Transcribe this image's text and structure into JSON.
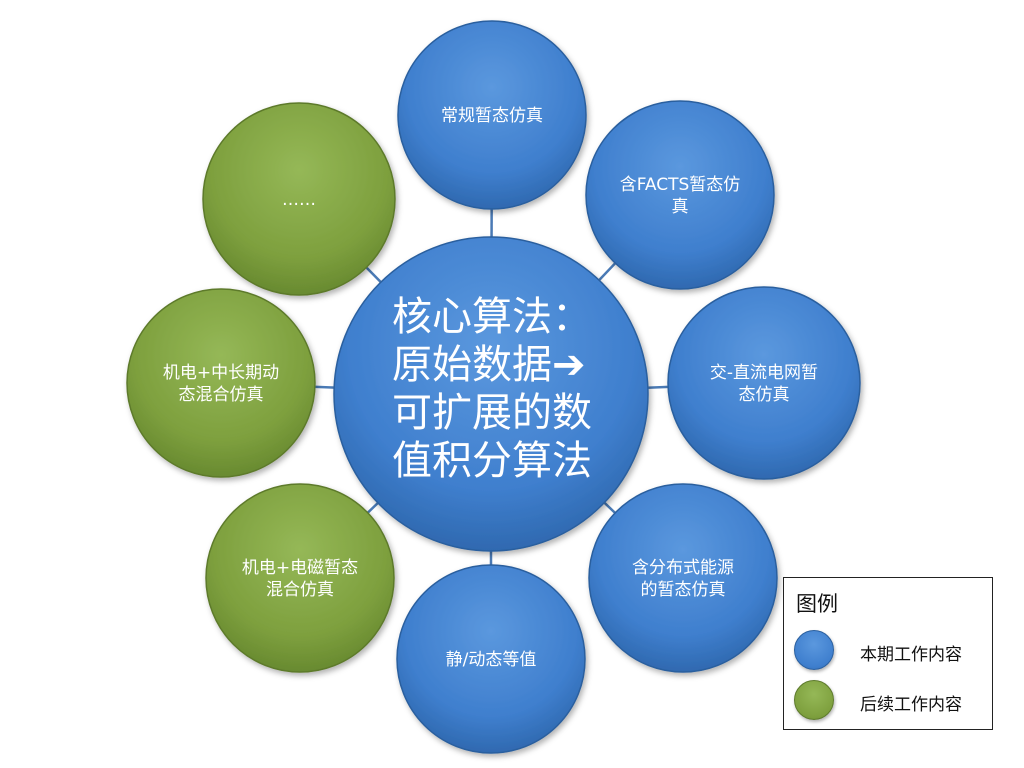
{
  "center": {
    "lines": [
      "核心算法：",
      "原始数据➔",
      "可扩展的数",
      "值积分算法"
    ]
  },
  "nodes": [
    {
      "id": "conventional-transient",
      "lines": [
        "常规暂态仿真"
      ],
      "status": "current"
    },
    {
      "id": "facts-transient",
      "lines": [
        "含FACTS暂态仿",
        "真"
      ],
      "status": "current"
    },
    {
      "id": "ac-dc-grid",
      "lines": [
        "交-直流电网暂",
        "态仿真"
      ],
      "status": "current"
    },
    {
      "id": "distributed-energy",
      "lines": [
        "含分布式能源",
        "的暂态仿真"
      ],
      "status": "current"
    },
    {
      "id": "static-dynamic-equivalent",
      "lines": [
        "静/动态等值"
      ],
      "status": "current"
    },
    {
      "id": "electromechanical-electromagnetic",
      "lines": [
        "机电+电磁暂态",
        "混合仿真"
      ],
      "status": "future"
    },
    {
      "id": "electromechanical-long-term",
      "lines": [
        "机电+中长期动",
        "态混合仿真"
      ],
      "status": "future"
    },
    {
      "id": "more",
      "lines": [
        "……"
      ],
      "status": "future"
    }
  ],
  "legend": {
    "title": "图例",
    "items": [
      {
        "label": "本期工作内容",
        "status": "current"
      },
      {
        "label": "后续工作内容",
        "status": "future"
      }
    ]
  },
  "colors": {
    "current": "#3f7fce",
    "current_dark": "#2a5f9e",
    "future": "#7ea03e",
    "future_dark": "#5d7a2c",
    "connector": "#4a7ab5"
  }
}
